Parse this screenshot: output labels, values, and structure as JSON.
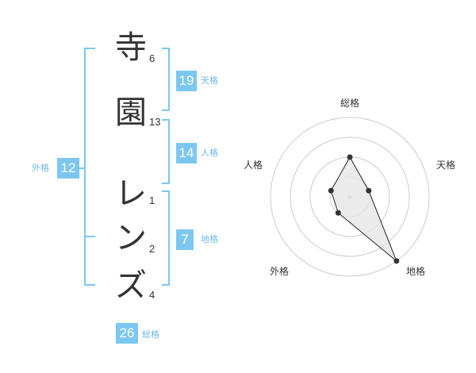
{
  "name_chars": [
    {
      "char": "寺",
      "strokes": "6"
    },
    {
      "char": "園",
      "strokes": "13"
    },
    {
      "char": "レ",
      "strokes": "1"
    },
    {
      "char": "ン",
      "strokes": "2"
    },
    {
      "char": "ズ",
      "strokes": "4"
    }
  ],
  "scores": {
    "tenkaku": {
      "value": "19",
      "label": "天格"
    },
    "jinkaku": {
      "value": "14",
      "label": "人格"
    },
    "chikaku": {
      "value": "7",
      "label": "地格"
    },
    "gaikaku": {
      "value": "12",
      "label": "外格"
    },
    "soukaku": {
      "value": "26",
      "label": "総格"
    }
  },
  "radar": {
    "axes": [
      "総格",
      "天格",
      "地格",
      "外格",
      "人格"
    ],
    "levels": 4,
    "values": [
      2,
      1,
      4,
      1,
      1
    ],
    "max": 4,
    "colors": {
      "ring": "#cccccc",
      "fill": "#e6e6e6",
      "line": "#222222",
      "point": "#333333"
    }
  },
  "colors": {
    "accent": "#7cc7f2",
    "label": "#6fb8e6"
  }
}
